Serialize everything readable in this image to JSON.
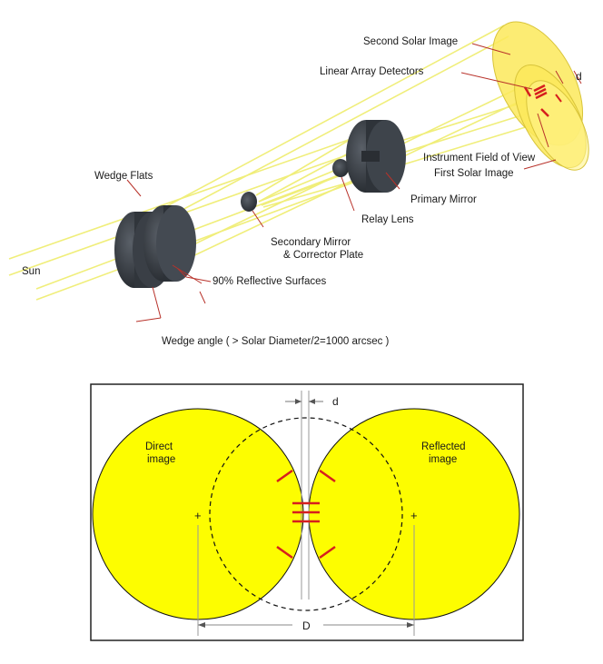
{
  "top_diagram": {
    "labels": {
      "second_solar_image": "Second Solar Image",
      "linear_array_detectors": "Linear Array Detectors",
      "d": "d",
      "instrument_field_of_view": "Instrument Field of View",
      "first_solar_image": "First Solar Image",
      "primary_mirror": "Primary Mirror",
      "relay_lens": "Relay Lens",
      "secondary_mirror_line1": "Secondary Mirror",
      "secondary_mirror_line2": "& Corrector Plate",
      "wedge_flats": "Wedge Flats",
      "sun": "Sun",
      "reflective_surfaces": "90% Reflective Surfaces",
      "wedge_angle": "Wedge angle ( > Solar Diameter/2=1000 arcsec )"
    }
  },
  "bottom_diagram": {
    "labels": {
      "d": "d",
      "direct_line1": "Direct",
      "direct_line2": "image",
      "reflected_line1": "Reflected",
      "reflected_line2": "image",
      "D": "D",
      "plus_left": "+",
      "plus_right": "+"
    }
  },
  "colors": {
    "sun_disk": "#fdfd00",
    "beam": "#f0ee7a",
    "leader": "#b8322a",
    "detector": "#d61e1e",
    "component_dark": "#3a3f46"
  }
}
